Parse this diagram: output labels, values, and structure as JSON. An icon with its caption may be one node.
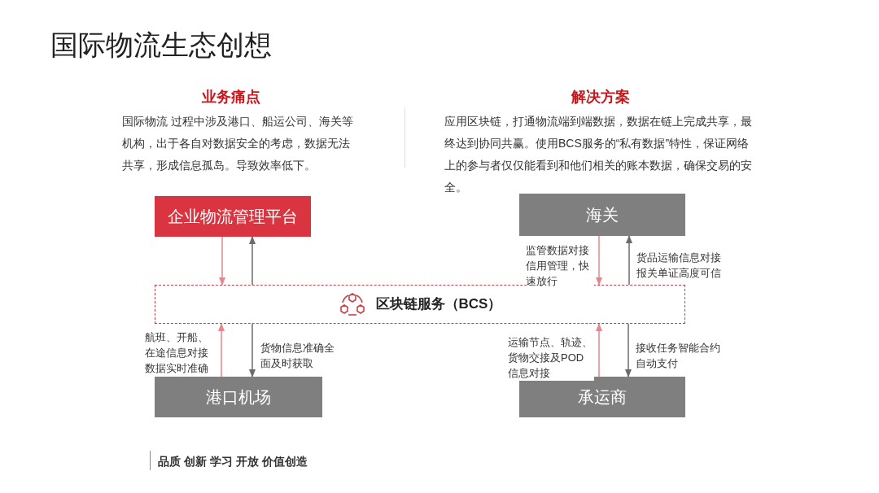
{
  "diagram": {
    "title": "国际物流生态创想",
    "nodes": [
      {
        "text": [
          "企业物流管理平台"
        ]
      },
      {
        "text": [
          "海关"
        ]
      },
      {
        "text": [
          "区块链服务（BCS）"
        ]
      },
      {
        "text": [
          "港口机场"
        ]
      },
      {
        "text": [
          "承运商"
        ]
      }
    ],
    "edges": [
      {
        "from": 0,
        "to": 2,
        "arrow": "to",
        "color": "#e6868d"
      },
      {
        "from": 2,
        "to": 0,
        "arrow": "to",
        "color": "#6b6b6b"
      },
      {
        "from": 1,
        "to": 2,
        "arrow": "to",
        "color": "#e6868d",
        "label": "监管数据对接信用管理，快速放行"
      },
      {
        "from": 2,
        "to": 1,
        "arrow": "to",
        "color": "#6b6b6b",
        "label": "货品运输信息对接报关单证高度可信"
      },
      {
        "from": 3,
        "to": 2,
        "arrow": "to",
        "color": "#e6868d",
        "label": "航班、开船、在途信息对接数据实时准确"
      },
      {
        "from": 2,
        "to": 3,
        "arrow": "to",
        "color": "#6b6b6b",
        "label": "货物信息准确全面及时获取"
      },
      {
        "from": 4,
        "to": 2,
        "arrow": "to",
        "color": "#e6868d",
        "label": "运输节点、轨迹、货物交接及POD信息对接"
      },
      {
        "from": 2,
        "to": 4,
        "arrow": "to",
        "color": "#6b6b6b",
        "label": "接收任务智能合约自动支付"
      }
    ],
    "labels": [
      "业务痛点",
      "国际物流 过程中涉及港口、船运公司、海关等机构，出于各自对数据安全的考虑，数据无法共享，形成信息孤岛。导致效率低下。",
      "解决方案",
      "应用区块链，打通物流端到端数据，数据在链上完成共享，最终达到协同共赢。使用BCS服务的“私有数据”特性，保证网络上的参与者仅仅能看到和他们相关的账本数据，确保交易的安全。",
      "品质 创新 学习 开放 价值创造"
    ]
  }
}
